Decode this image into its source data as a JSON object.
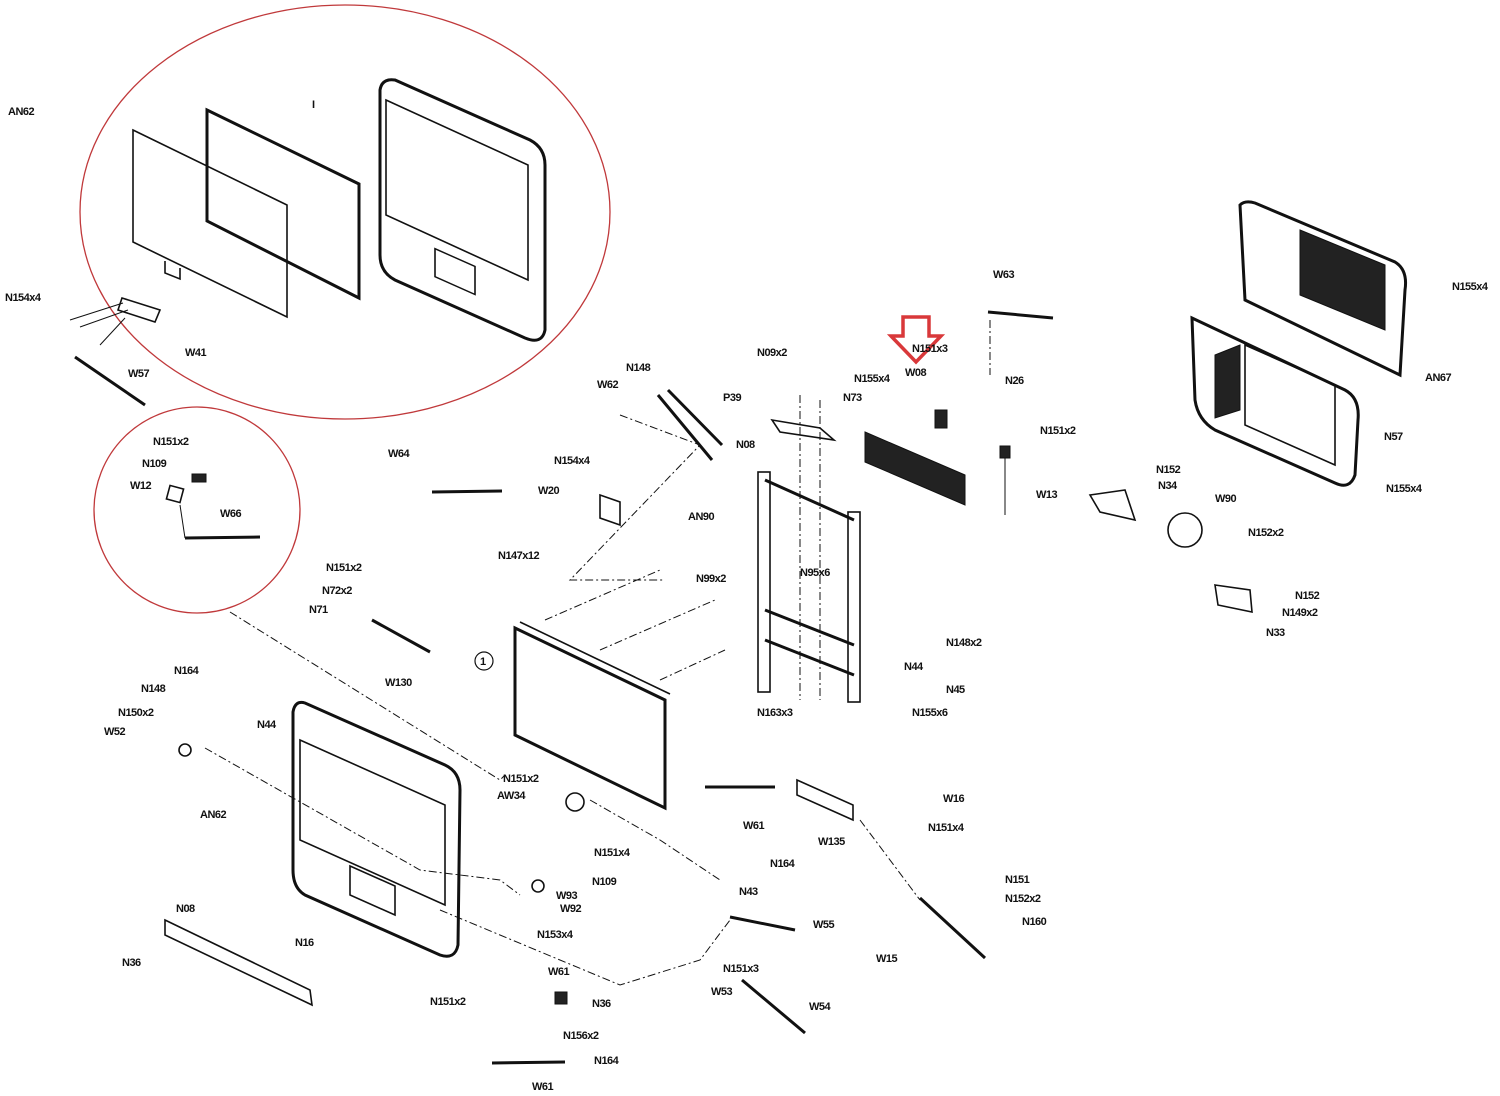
{
  "diagram": {
    "highlight_color": "#d9383a",
    "callout_circle_color": "#c0393b",
    "part_labels": [
      "AN62",
      "N154x4",
      "W41",
      "W57",
      "N151x2",
      "N109",
      "W12",
      "W66",
      "W64",
      "N154x4",
      "W20",
      "N148",
      "W62",
      "P39",
      "N09x2",
      "N08",
      "N151x3",
      "W08",
      "N155x4",
      "N73",
      "N26",
      "W63",
      "N151x2",
      "W13",
      "AN90",
      "N147x12",
      "N99x2",
      "N95x6",
      "N151x2",
      "N72x2",
      "N71",
      "N148x2",
      "N44",
      "N45",
      "N155x6",
      "N163x3",
      "W130",
      "N164",
      "N148",
      "N150x2",
      "N44",
      "W52",
      "AN62",
      "N151x2",
      "AW34",
      "N151x4",
      "N109",
      "W93",
      "W92",
      "N153x4",
      "N08",
      "N16",
      "N36",
      "W61",
      "N151x2",
      "N36",
      "N156x2",
      "N164",
      "W61",
      "W61",
      "W135",
      "W16",
      "N151x4",
      "N164",
      "N43",
      "W55",
      "N151x3",
      "W53",
      "W54",
      "W15",
      "N151",
      "N152x2",
      "N160",
      "N155x4",
      "AN67",
      "N57",
      "N155x4",
      "N152",
      "N34",
      "W90",
      "N152x2",
      "N152",
      "N149x2",
      "N33",
      "I"
    ],
    "callout_number": "1",
    "highlighted_part": "W08"
  }
}
